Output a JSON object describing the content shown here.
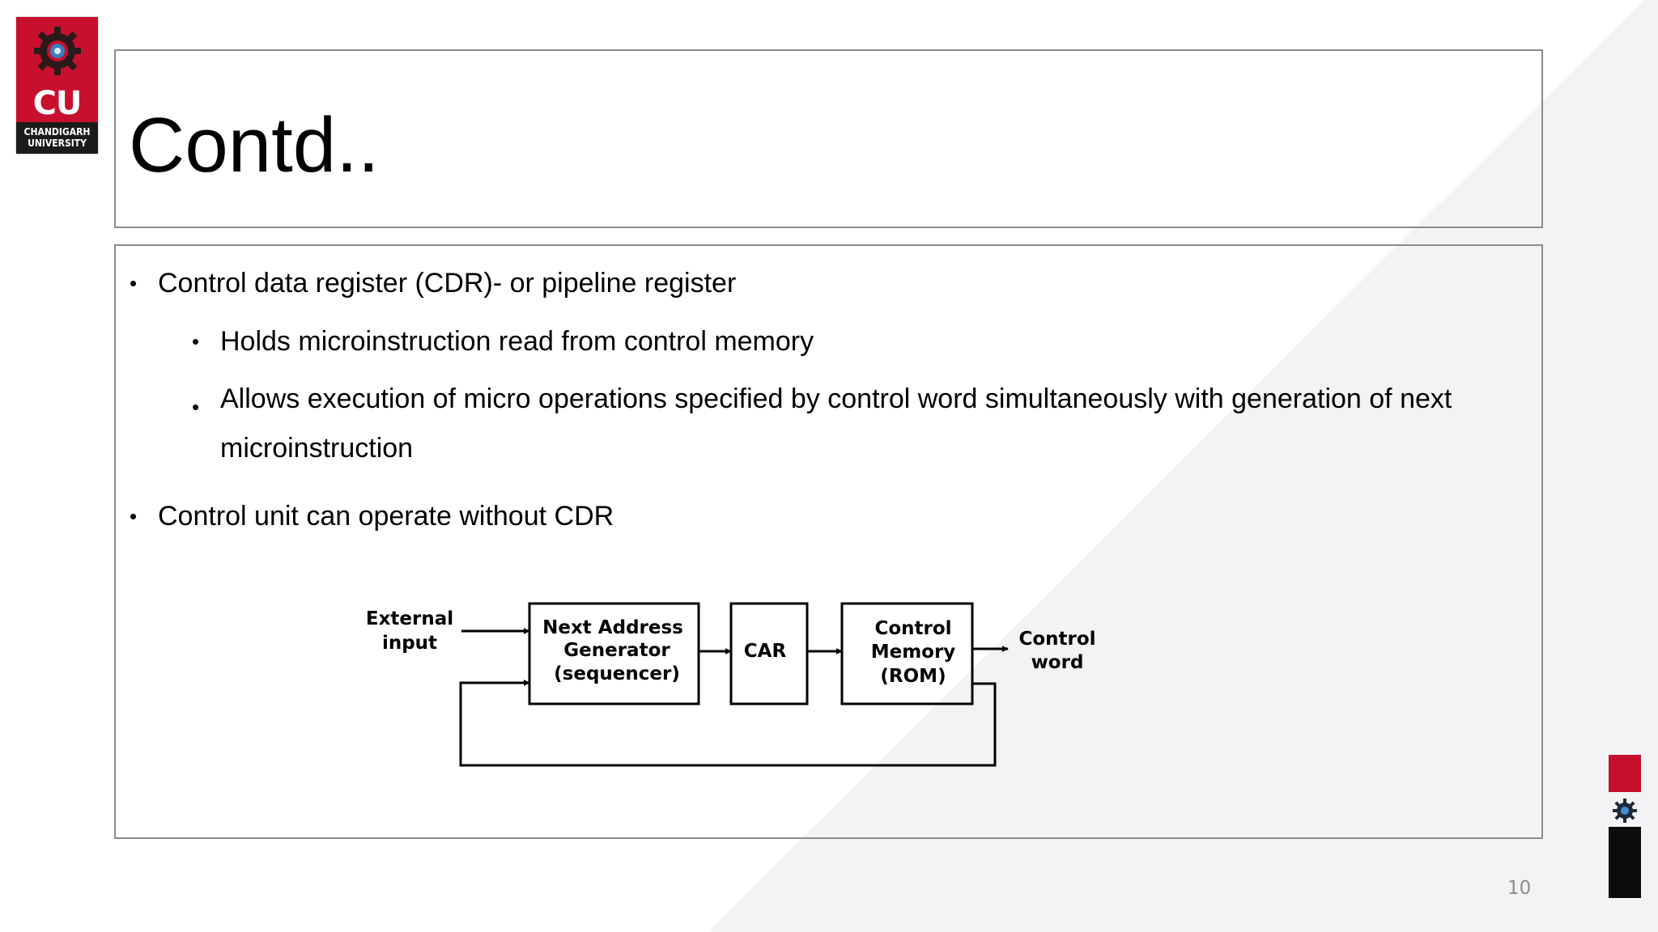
{
  "logo": {
    "abbr": "CU",
    "name_line1": "CHANDIGARH",
    "name_line2": "UNIVERSITY"
  },
  "slide": {
    "title": "Contd..",
    "bullets": [
      {
        "level": 1,
        "text": "Control data register (CDR)- or pipeline register"
      },
      {
        "level": 2,
        "text": "Holds microinstruction read from control memory"
      },
      {
        "level": 2,
        "text_line1": "Allows execution of micro operations specified by control word simultaneously with generation of next",
        "text_line2": "microinstruction"
      },
      {
        "level": 1,
        "text": "Control unit can operate without CDR"
      }
    ],
    "bullet_glyph": "•",
    "page_number": "10"
  },
  "diagram": {
    "external_input": [
      "External",
      "input"
    ],
    "next_address_generator": [
      "Next Address",
      "Generator",
      "(sequencer)"
    ],
    "car": "CAR",
    "control_memory": [
      "Control",
      "Memory",
      "(ROM)"
    ],
    "control_word": [
      "Control",
      "word"
    ]
  },
  "colors": {
    "brand_red": "#c8102e",
    "border_gray": "#8c8c8c",
    "triangle_gray": "#f3f3f5"
  },
  "icons": [
    "university-gear-emblem-icon",
    "gear-icon"
  ]
}
